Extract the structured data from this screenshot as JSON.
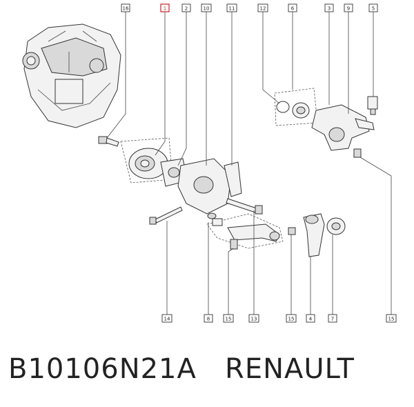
{
  "caption": {
    "part_number": "B10106N21A",
    "brand": "RENAULT"
  },
  "callouts": {
    "c1": "1",
    "c2": "2",
    "c3": "3",
    "c4": "4",
    "c5": "5",
    "c6": "6",
    "c7": "7",
    "c8": "8",
    "c9": "9",
    "c10": "10",
    "c11": "11",
    "c12": "12",
    "c13": "13",
    "c14": "14",
    "c15a": "15",
    "c15b": "15",
    "c15c": "15",
    "c16": "16"
  },
  "colors": {
    "highlight": "#cc2222",
    "line": "#333333"
  }
}
